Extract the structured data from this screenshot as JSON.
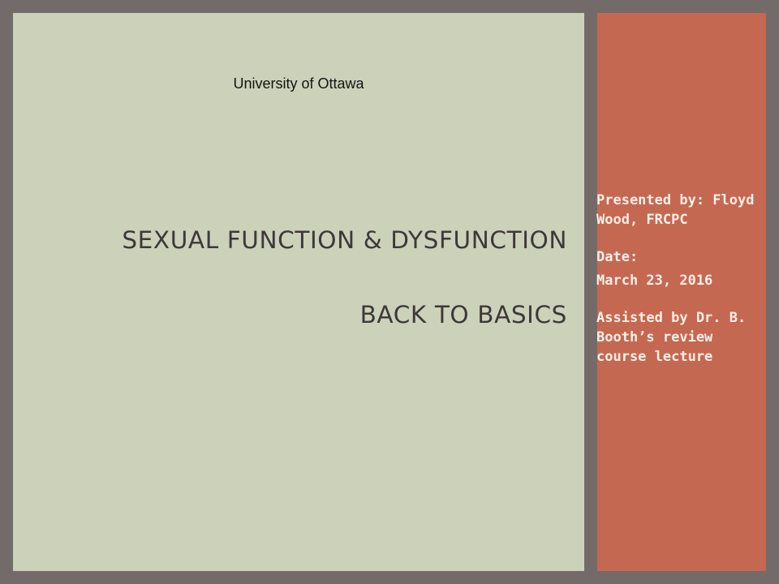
{
  "slide": {
    "institution": "University of Ottawa",
    "title_line_1": "SEXUAL FUNCTION & DYSFUNCTION",
    "title_line_2": "BACK TO BASICS",
    "presented_by": "Presented by: Floyd Wood, FRCPC",
    "date_label": "Date:",
    "date_value": "March 23, 2016",
    "assisted_by": "Assisted by Dr. B. Booth’s review course lecture"
  },
  "colors": {
    "frame": "#736a6a",
    "left_panel": "#ccd2ba",
    "right_panel": "#c56851"
  }
}
